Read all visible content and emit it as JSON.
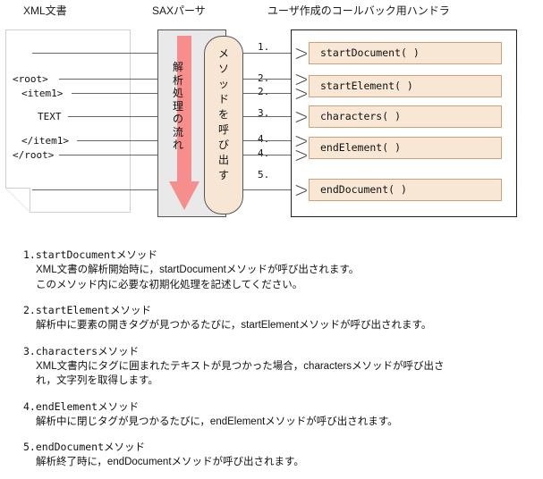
{
  "headings": {
    "xml": "XML文書",
    "sax": "SAXパーサ",
    "handler": "ユーザ作成のコールバック用ハンドラ"
  },
  "xml_document": {
    "lines": [
      "<root>",
      " <item1>",
      "TEXT",
      "</item1>",
      "</root>"
    ]
  },
  "parser": {
    "flow_label": "解析処理の流れ",
    "flow_label_chars": [
      "解",
      "析",
      "処",
      "理",
      "の",
      "流",
      "れ"
    ],
    "call_label": "メソッドを呼び出す",
    "call_label_chars": [
      "メ",
      "ソ",
      "ッ",
      "ド",
      "を",
      "呼",
      "び",
      "出",
      "す"
    ],
    "arrow_color": "#f68e8e",
    "panel_color": "#e9e9e9",
    "capsule_color": "#f8e6d4"
  },
  "steps": [
    {
      "num": "1.",
      "method": "startDocument( )"
    },
    {
      "num": "2.",
      "method": "startElement( )"
    },
    {
      "num": "2.",
      "method": ""
    },
    {
      "num": "3.",
      "method": "characters( )"
    },
    {
      "num": "4.",
      "method": "endElement( )"
    },
    {
      "num": "4.",
      "method": ""
    },
    {
      "num": "5.",
      "method": "endDocument( )"
    }
  ],
  "methods": [
    {
      "label": "startDocument( )"
    },
    {
      "label": "startElement( )"
    },
    {
      "label": "characters( )"
    },
    {
      "label": "endElement( )"
    },
    {
      "label": "endDocument( )"
    }
  ],
  "descriptions": [
    {
      "num": "1.",
      "title_method": "startDocument",
      "title_suffix": "メソッド",
      "body": [
        "XML文書の解析開始時に，startDocumentメソッドが呼び出されます。",
        "このメソッド内に必要な初期化処理を記述してください。"
      ]
    },
    {
      "num": "2.",
      "title_method": "startElement",
      "title_suffix": "メソッド",
      "body": [
        "解析中に要素の開きタグが見つかるたびに，startElementメソッドが呼び出されます。"
      ]
    },
    {
      "num": "3.",
      "title_method": "characters",
      "title_suffix": "メソッド",
      "body": [
        "XML文書内にタグに囲まれたテキストが見つかった場合，charactersメソッドが呼び出さ",
        "れ，文字列を取得します。"
      ]
    },
    {
      "num": "4.",
      "title_method": "endElement",
      "title_suffix": "メソッド",
      "body": [
        "解析中に閉じタグが見つかるたびに，endElementメソッドが呼び出されます。"
      ]
    },
    {
      "num": "5.",
      "title_method": "endDocument",
      "title_suffix": "メソッド",
      "body": [
        "解析終了時に，endDocumentメソッドが呼び出されます。"
      ]
    }
  ]
}
